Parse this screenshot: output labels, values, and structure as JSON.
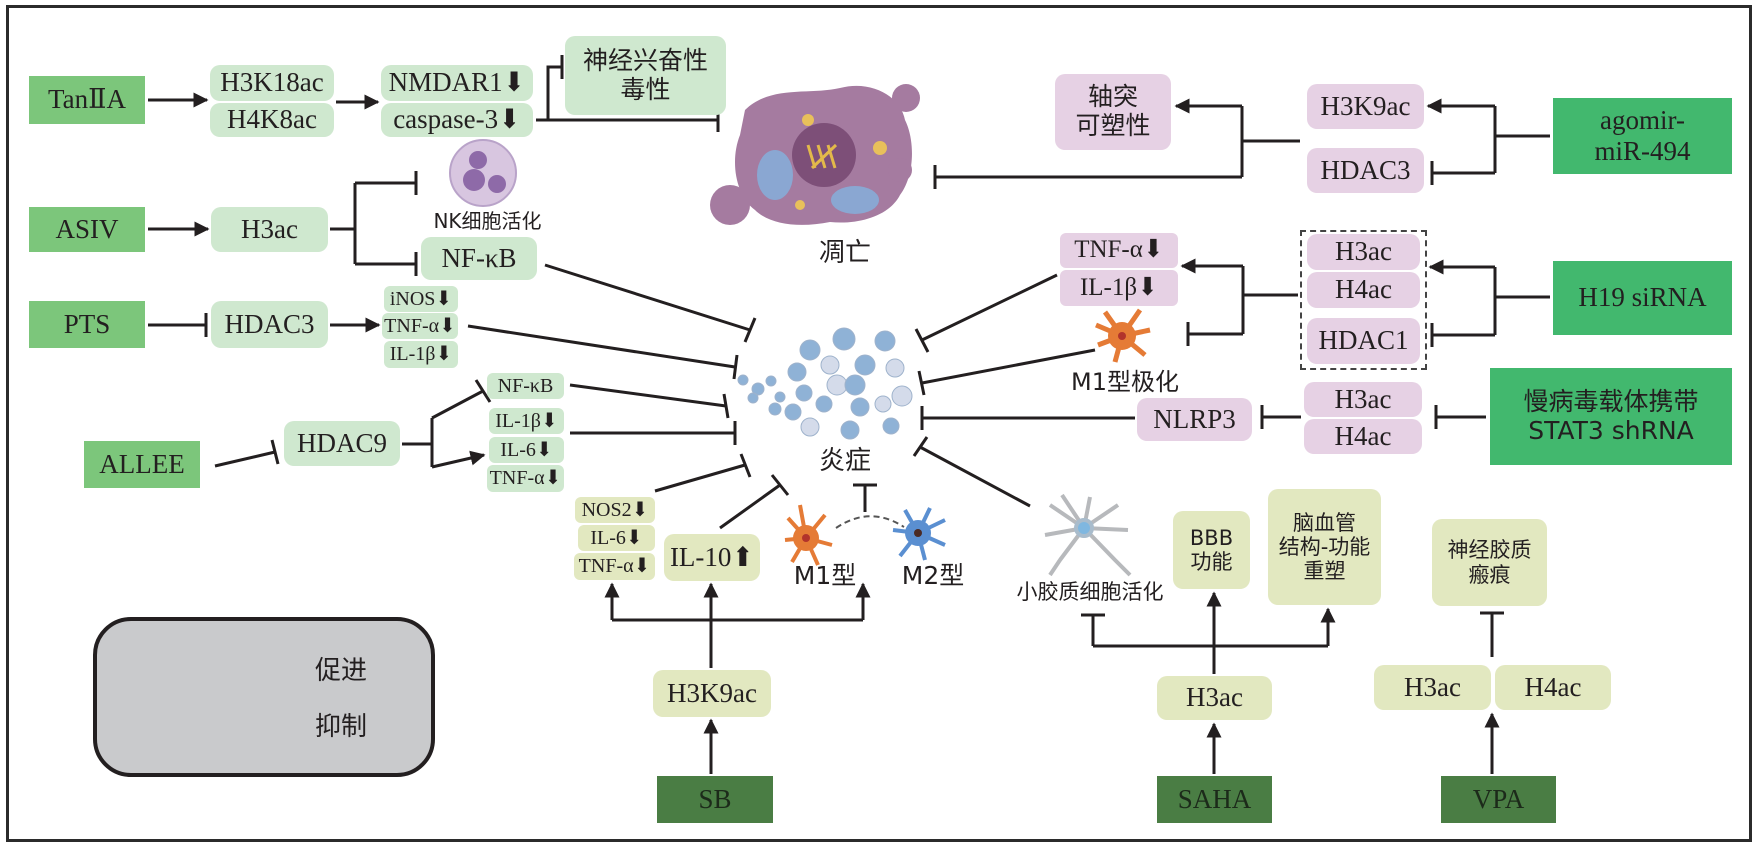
{
  "colors": {
    "drug_light_green": "#7cc67b",
    "drug_mid_green": "#42b86e",
    "drug_dark_green": "#4a7d44",
    "node_pale_green": "#cfe8cf",
    "node_pink": "#e6d1e4",
    "node_pale_yellow": "#e2e8c0",
    "legend_bg": "#c9cacc"
  },
  "pathways": {
    "tan": {
      "drug": "TanⅡA",
      "histone": [
        "H3K18ac",
        "H4K8ac"
      ],
      "targets": [
        "NMDAR1⬇",
        "caspase-3⬇"
      ],
      "outcome": "神经兴奋性\n毒性"
    },
    "asiv": {
      "drug": "ASIV",
      "histone": "H3ac",
      "nk_label": "NK细胞活化",
      "target": "NF-κB"
    },
    "pts": {
      "drug": "PTS",
      "histone": "HDAC3",
      "targets": [
        "iNOS⬇",
        "TNF-α⬇",
        "IL-1β⬇"
      ]
    },
    "allee": {
      "drug": "ALLEE",
      "histone": "HDAC9",
      "target_top": "NF-κB",
      "targets": [
        "IL-1β⬇",
        "IL-6⬇",
        "TNF-α⬇"
      ]
    },
    "apoptosis": {
      "label": "凋亡"
    },
    "inflammation": {
      "label": "炎症"
    },
    "agomir": {
      "drug": "agomir-\nmiR-494",
      "histone": [
        "H3K9ac",
        "HDAC3"
      ],
      "outcome": "轴突\n可塑性"
    },
    "h19": {
      "drug": "H19 siRNA",
      "histone": [
        "H3ac",
        "H4ac",
        "HDAC1"
      ],
      "targets": [
        "TNF-α⬇",
        "IL-1β⬇"
      ],
      "m1_label": "M1型极化"
    },
    "stat3": {
      "drug": "慢病毒载体携带\nSTAT3 shRNA",
      "histone": [
        "H3ac",
        "H4ac"
      ],
      "target": "NLRP3"
    },
    "sb": {
      "drug": "SB",
      "histone": "H3K9ac",
      "targets": [
        "NOS2⬇",
        "IL-6⬇",
        "TNF-α⬇"
      ],
      "il10": "IL-10⬆",
      "m1": "M1型",
      "m2": "M2型"
    },
    "saha": {
      "drug": "SAHA",
      "histone": "H3ac",
      "microglia_label": "小胶质细胞活化",
      "bbb": "BBB\n功能",
      "vascular": "脑血管\n结构-功能\n重塑"
    },
    "vpa": {
      "drug": "VPA",
      "histone": [
        "H3ac",
        "H4ac"
      ],
      "outcome": "神经胶质\n瘢痕"
    }
  },
  "legend": {
    "promote": "促进",
    "inhibit": "抑制"
  }
}
